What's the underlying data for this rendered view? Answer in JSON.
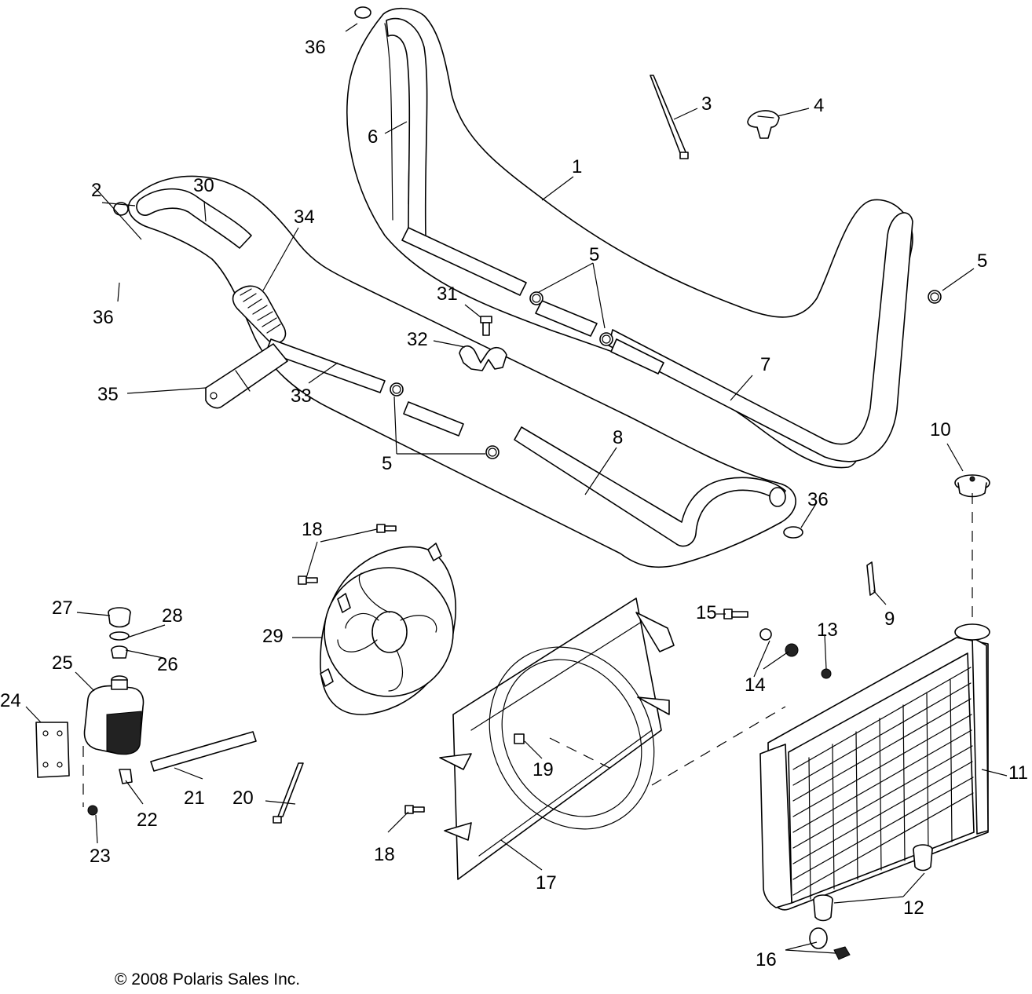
{
  "copyright": "© 2008 Polaris Sales Inc.",
  "callouts": {
    "c1": "1",
    "c2": "2",
    "c3": "3",
    "c4": "4",
    "c5a": "5",
    "c5b": "5",
    "c5c": "5",
    "c6": "6",
    "c7": "7",
    "c8": "8",
    "c9": "9",
    "c10": "10",
    "c11": "11",
    "c12": "12",
    "c13": "13",
    "c14": "14",
    "c15": "15",
    "c16": "16",
    "c17": "17",
    "c18a": "18",
    "c18b": "18",
    "c19": "19",
    "c20": "20",
    "c21": "21",
    "c22": "22",
    "c23": "23",
    "c24": "24",
    "c25": "25",
    "c26": "26",
    "c27": "27",
    "c28": "28",
    "c29": "29",
    "c30": "30",
    "c31": "31",
    "c32": "32",
    "c33": "33",
    "c34": "34",
    "c35": "35",
    "c36a": "36",
    "c36b": "36",
    "c36c": "36"
  }
}
